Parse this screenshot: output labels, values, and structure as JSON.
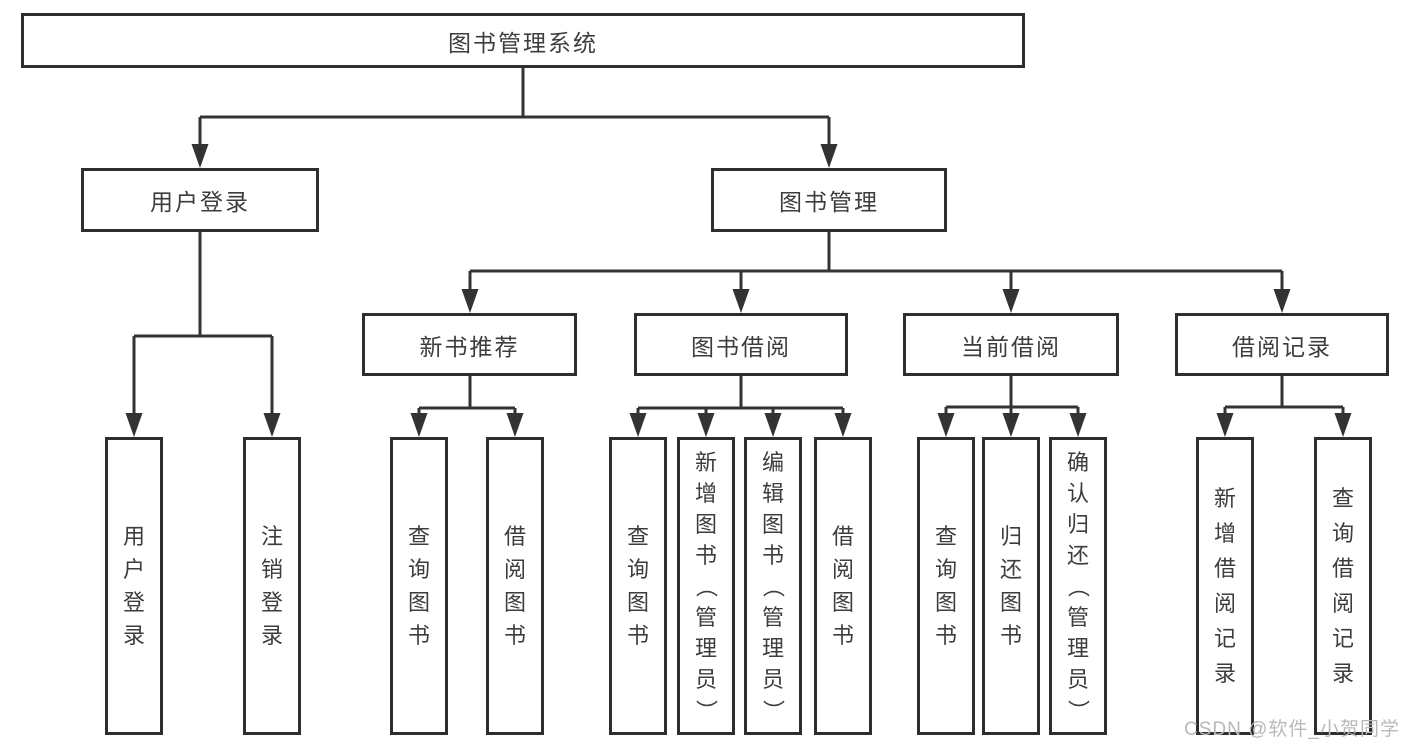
{
  "diagram_title": "图书管理系统",
  "colors": {
    "line": "#333333",
    "box_border": "#2e2e2e",
    "text": "#3d3d3d",
    "watermark": "#b9b9b9",
    "background": "#ffffff"
  },
  "root": {
    "label": "图书管理系统",
    "children": [
      {
        "label": "用户登录",
        "children": [
          {
            "label": "用户登录"
          },
          {
            "label": "注销登录"
          }
        ]
      },
      {
        "label": "图书管理",
        "children": [
          {
            "label": "新书推荐",
            "children": [
              {
                "label": "查询图书"
              },
              {
                "label": "借阅图书"
              }
            ]
          },
          {
            "label": "图书借阅",
            "children": [
              {
                "label": "查询图书"
              },
              {
                "label": "新增图书（管理员）"
              },
              {
                "label": "编辑图书（管理员）"
              },
              {
                "label": "借阅图书"
              }
            ]
          },
          {
            "label": "当前借阅",
            "children": [
              {
                "label": "查询图书"
              },
              {
                "label": "归还图书"
              },
              {
                "label": "确认归还（管理员）"
              }
            ]
          },
          {
            "label": "借阅记录",
            "children": [
              {
                "label": "新增借阅记录"
              },
              {
                "label": "查询借阅记录"
              }
            ]
          }
        ]
      }
    ]
  },
  "watermark": {
    "text": "CSDN @软件_小贺同学"
  }
}
